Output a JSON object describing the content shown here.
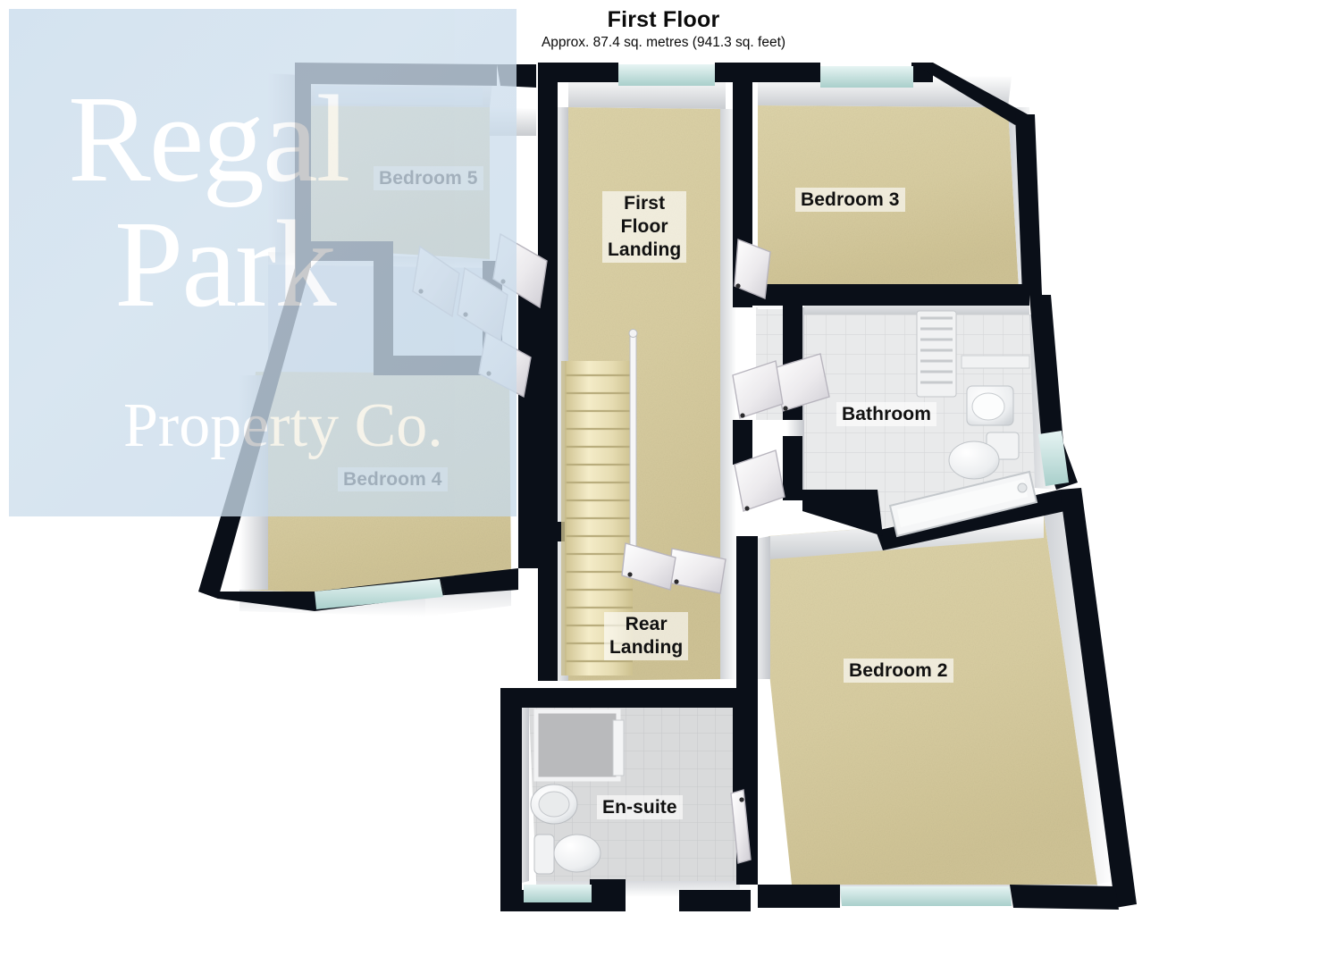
{
  "header": {
    "title": "First Floor",
    "subtitle": "Approx. 87.4 sq. metres (941.3 sq. feet)",
    "area_metric_value": "87.4",
    "area_metric_unit": "sq. metres",
    "area_imperial_value": "941.3",
    "area_imperial_unit": "sq. feet"
  },
  "watermark": {
    "line1": "Regal",
    "line2": "Park",
    "line3": "Property Co.",
    "full_text": "Regal Park Property Co.",
    "overlay_color": "#cbdcea"
  },
  "rooms": [
    {
      "id": "bedroom-5",
      "label": "Bedroom 5",
      "floor": "carpet"
    },
    {
      "id": "bedroom-4",
      "label": "Bedroom 4",
      "floor": "carpet"
    },
    {
      "id": "bedroom-3",
      "label": "Bedroom 3",
      "floor": "carpet"
    },
    {
      "id": "bedroom-2",
      "label": "Bedroom 2",
      "floor": "carpet"
    },
    {
      "id": "first-floor-landing",
      "label": "First\nFloor\nLanding",
      "floor": "carpet"
    },
    {
      "id": "rear-landing",
      "label": "Rear\nLanding",
      "floor": "carpet"
    },
    {
      "id": "bathroom",
      "label": "Bathroom",
      "floor": "tile"
    },
    {
      "id": "en-suite",
      "label": "En-suite",
      "floor": "tile"
    }
  ],
  "fixtures": [
    {
      "id": "staircase",
      "name": "staircase"
    },
    {
      "id": "stair-handrail",
      "name": "handrail"
    },
    {
      "id": "bath-tub",
      "name": "bathtub"
    },
    {
      "id": "bath-basin",
      "name": "wash-basin"
    },
    {
      "id": "bath-toilet",
      "name": "toilet"
    },
    {
      "id": "towel-radiator",
      "name": "towel-radiator"
    },
    {
      "id": "ensuite-shower",
      "name": "shower-enclosure"
    },
    {
      "id": "ensuite-basin",
      "name": "wash-basin"
    },
    {
      "id": "ensuite-toilet",
      "name": "toilet"
    }
  ],
  "palette": {
    "wall_dark": "#0a0f18",
    "wall_face": "#f4f5f6",
    "carpet": "#d9cfa4",
    "tile": "#e4e5e6",
    "window_glass": "#d4ecec",
    "label_bg": "rgba(255,255,255,0.62)",
    "background": "#ffffff"
  }
}
